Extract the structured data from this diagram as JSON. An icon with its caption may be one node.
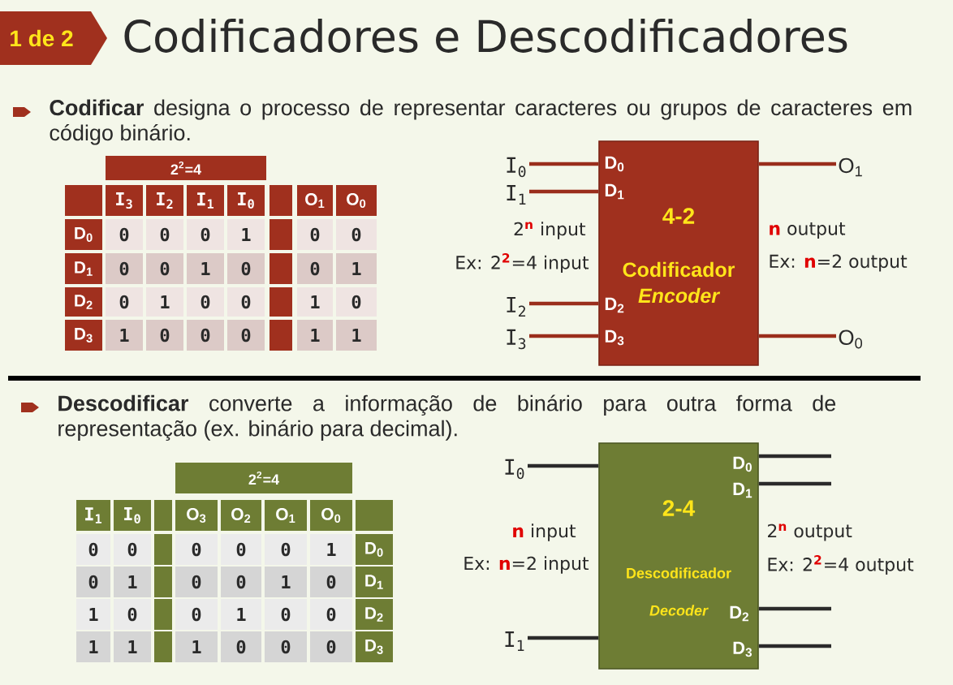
{
  "diagram": {
    "title": "Codificadores e Descodificadores",
    "nodes": [
      {
        "text": [
          "1 de 2"
        ]
      },
      {
        "text": [
          "I$_{0}$"
        ]
      },
      {
        "text": [
          "I$_{1}$"
        ]
      },
      {
        "text": [
          "I$_{2}$"
        ]
      },
      {
        "text": [
          "I$_{3}$"
        ]
      },
      {
        "text": [
          "D$_{0}$",
          "D$_{1}$",
          "4-2",
          "Codificador",
          "Encoder",
          "D$_{2}$",
          "D$_{3}$"
        ],
        "beside": [
          "2$^{n}$ input",
          "Ex: 2$^{2}$=4 input",
          "**n** output",
          "Ex: **n**=2 output"
        ]
      },
      {
        "text": [
          "O$_{1}$"
        ]
      },
      {
        "text": [
          "O$_{0}$"
        ]
      },
      {
        "text": [
          "I$_{0}$"
        ]
      },
      {
        "text": [
          "I$_{1}$"
        ]
      },
      {
        "text": [
          "D$_{0}$",
          "D$_{1}$",
          "2-4",
          "Descodificador",
          "Decoder",
          "D$_{2}$",
          "D$_{3}$"
        ],
        "beside": [
          "**n** input",
          "Ex: **n**=2 input",
          "2$^{n}$ output",
          "Ex: 2$^{2}$=4 output"
        ]
      }
    ],
    "edges": [
      {
        "from": 1,
        "to": 5,
        "arrow": "none",
        "color": "#9a2e1c"
      },
      {
        "from": 2,
        "to": 5,
        "arrow": "none",
        "color": "#9a2e1c"
      },
      {
        "from": 3,
        "to": 5,
        "arrow": "none",
        "color": "#9a2e1c"
      },
      {
        "from": 4,
        "to": 5,
        "arrow": "none",
        "color": "#9a2e1c"
      },
      {
        "from": 5,
        "to": 6,
        "arrow": "none",
        "color": "#9a2e1c"
      },
      {
        "from": 5,
        "to": 7,
        "arrow": "none",
        "color": "#9a2e1c"
      },
      {
        "from": 8,
        "to": 10,
        "arrow": "none",
        "color": "#2b2b2b"
      },
      {
        "from": 9,
        "to": 10,
        "arrow": "none",
        "color": "#2b2b2b"
      },
      {
        "from": 10,
        "to": null,
        "arrow": "none",
        "color": "#2b2b2b"
      },
      {
        "from": 10,
        "to": null,
        "arrow": "none",
        "color": "#2b2b2b"
      },
      {
        "from": 10,
        "to": null,
        "arrow": "none",
        "color": "#2b2b2b"
      },
      {
        "from": 10,
        "to": null,
        "arrow": "none",
        "color": "#2b2b2b"
      }
    ],
    "labels": [
      "**Codificar** designa o processo de representar caracteres ou grupos de caracteres em código binário.",
      "2$^{2}$=4",
      "I$_{3}$",
      "I$_{2}$",
      "I$_{1}$",
      "I$_{0}$",
      "O$_{1}$",
      "O$_{0}$",
      "D$_{0}$",
      "0",
      "0",
      "0",
      "1",
      "0",
      "0",
      "D$_{1}$",
      "0",
      "0",
      "1",
      "0",
      "0",
      "1",
      "D$_{2}$",
      "0",
      "1",
      "0",
      "0",
      "1",
      "0",
      "D$_{3}$",
      "1",
      "0",
      "0",
      "0",
      "1",
      "1",
      "**Descodificar** converte a informação de binário para outra forma de representação (ex. binário para decimal).",
      "2$^{2}$=4",
      "I$_{1}$",
      "I$_{0}$",
      "O$_{3}$",
      "O$_{2}$",
      "O$_{1}$",
      "O$_{0}$",
      "0",
      "0",
      "0",
      "0",
      "0",
      "1",
      "D$_{0}$",
      "0",
      "1",
      "0",
      "0",
      "1",
      "0",
      "D$_{1}$",
      "1",
      "0",
      "0",
      "1",
      "0",
      "0",
      "D$_{2}$",
      "1",
      "1",
      "1",
      "0",
      "0",
      "0",
      "D$_{3}$"
    ]
  }
}
